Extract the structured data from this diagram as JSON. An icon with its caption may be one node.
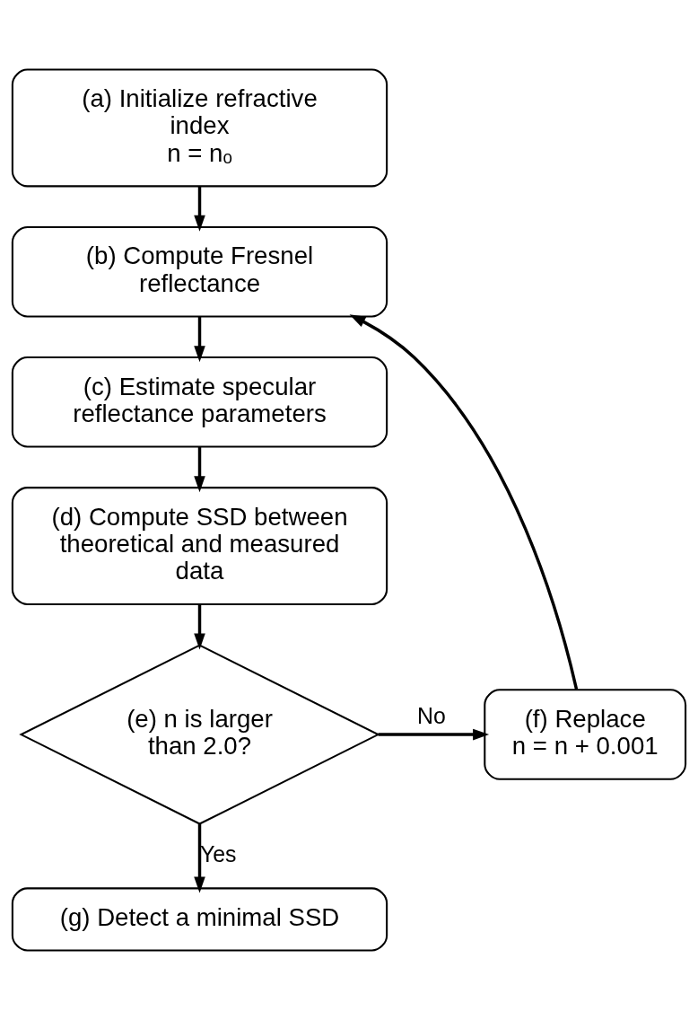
{
  "diagram": {
    "nodes": [
      {
        "text": [
          "(a) Initialize refractive index",
          "n = nₒ"
        ]
      },
      {
        "text": [
          "(b) Compute Fresnel reflectance"
        ]
      },
      {
        "text": [
          "(c) Estimate specular reflectance parameters"
        ]
      },
      {
        "text": [
          "(d) Compute SSD between theoretical and measured data"
        ]
      },
      {
        "text": [
          "(e) n is larger than 2.0?"
        ]
      },
      {
        "text": [
          "(f) Replace",
          "n = n + 0.001"
        ]
      },
      {
        "text": [
          "(g) Detect a minimal SSD"
        ]
      }
    ],
    "edges": [
      {
        "from": 0,
        "to": 1,
        "arrow": "to"
      },
      {
        "from": 1,
        "to": 2,
        "arrow": "to"
      },
      {
        "from": 2,
        "to": 3,
        "arrow": "to"
      },
      {
        "from": 3,
        "to": 4,
        "arrow": "to"
      },
      {
        "from": 4,
        "to": 5,
        "arrow": "to",
        "label": "No"
      },
      {
        "from": 5,
        "to": 1,
        "arrow": "to"
      },
      {
        "from": 4,
        "to": 6,
        "arrow": "to",
        "label": "Yes"
      }
    ]
  }
}
